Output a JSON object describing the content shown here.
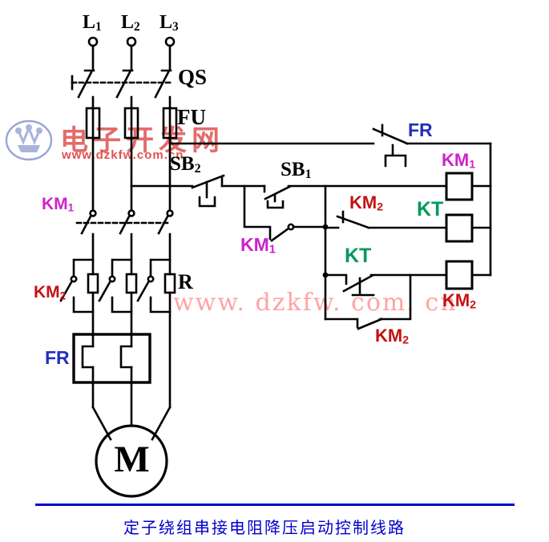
{
  "caption": "定子绕组串接电阻降压启动控制线路",
  "watermark": {
    "site_name": "电子开发网",
    "site_url": "www.dzkfw.com.cn",
    "site_url_spaced": "www. dzkfw. com. cn"
  },
  "colors": {
    "wire": "#000000",
    "km1_label": "#cc22cc",
    "km2_label": "#c41212",
    "kt_label": "#00995c",
    "fr_label": "#2230bb",
    "caption_blue": "#0000cc",
    "watermark_red": "#e05c5c",
    "watermark_light_red": "#ff8d8d",
    "logo_blue": "#a9b2dc"
  },
  "labels": {
    "l1": {
      "base": "L",
      "sub": "1"
    },
    "l2": {
      "base": "L",
      "sub": "2"
    },
    "l3": {
      "base": "L",
      "sub": "3"
    },
    "qs": "QS",
    "fu": "FU",
    "sb1": {
      "base": "SB",
      "sub": "1"
    },
    "sb2": {
      "base": "SB",
      "sub": "2"
    },
    "km1": {
      "base": "KM",
      "sub": "1"
    },
    "km2": {
      "base": "KM",
      "sub": "2"
    },
    "kt": "KT",
    "fr": "FR",
    "r": "R",
    "motor": "M"
  }
}
